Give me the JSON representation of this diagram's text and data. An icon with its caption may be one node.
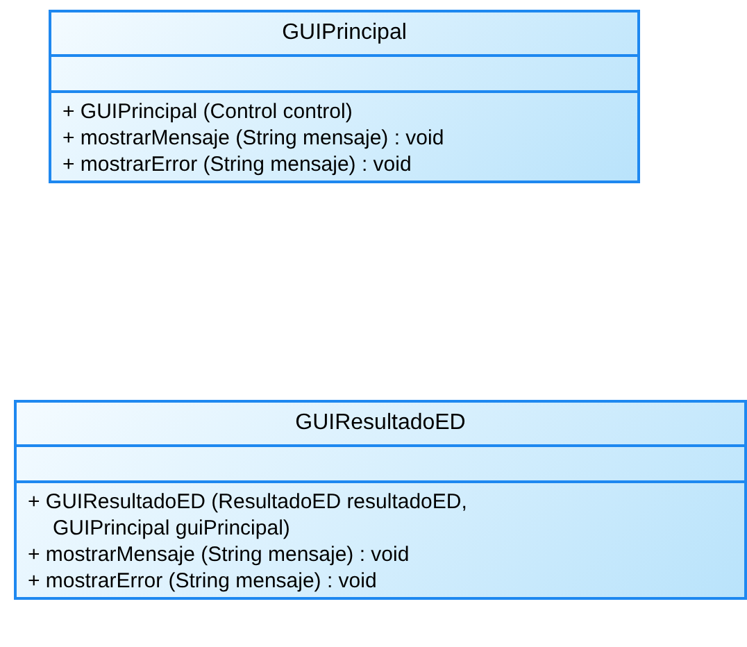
{
  "diagram": {
    "nodes": [
      {
        "text": [
          "GUIPrincipal",
          "+ GUIPrincipal (Control control)",
          "+ mostrarMensaje (String mensaje) : void",
          "+ mostrarError (String mensaje) : void"
        ]
      },
      {
        "text": [
          "GUIResultadoED",
          "+ GUIResultadoED (ResultadoED resultadoED, GUIPrincipal guiPrincipal)",
          "+ mostrarMensaje (String mensaje) : void",
          "+ mostrarError (String mensaje) : void"
        ]
      }
    ]
  }
}
